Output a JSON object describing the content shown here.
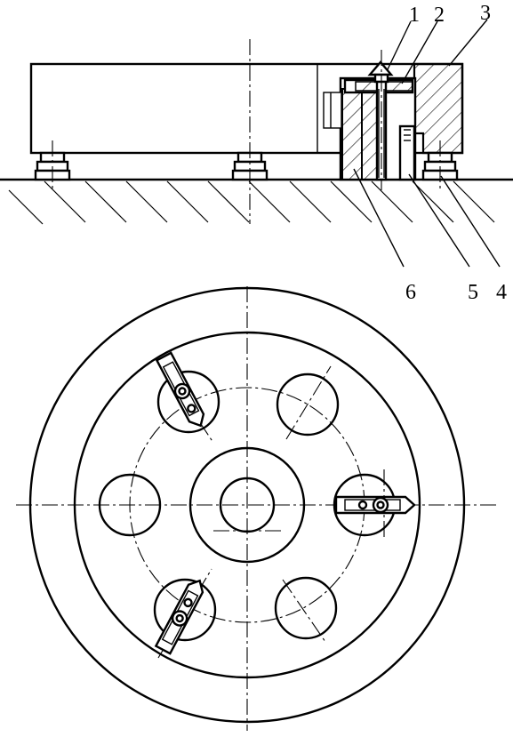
{
  "callouts": [
    {
      "id": "1",
      "text": "1"
    },
    {
      "id": "2",
      "text": "2"
    },
    {
      "id": "3",
      "text": "3"
    },
    {
      "id": "4",
      "text": "4"
    },
    {
      "id": "5",
      "text": "5"
    },
    {
      "id": "6",
      "text": "6"
    }
  ],
  "clamps_count": 3,
  "openings_count": 3
}
